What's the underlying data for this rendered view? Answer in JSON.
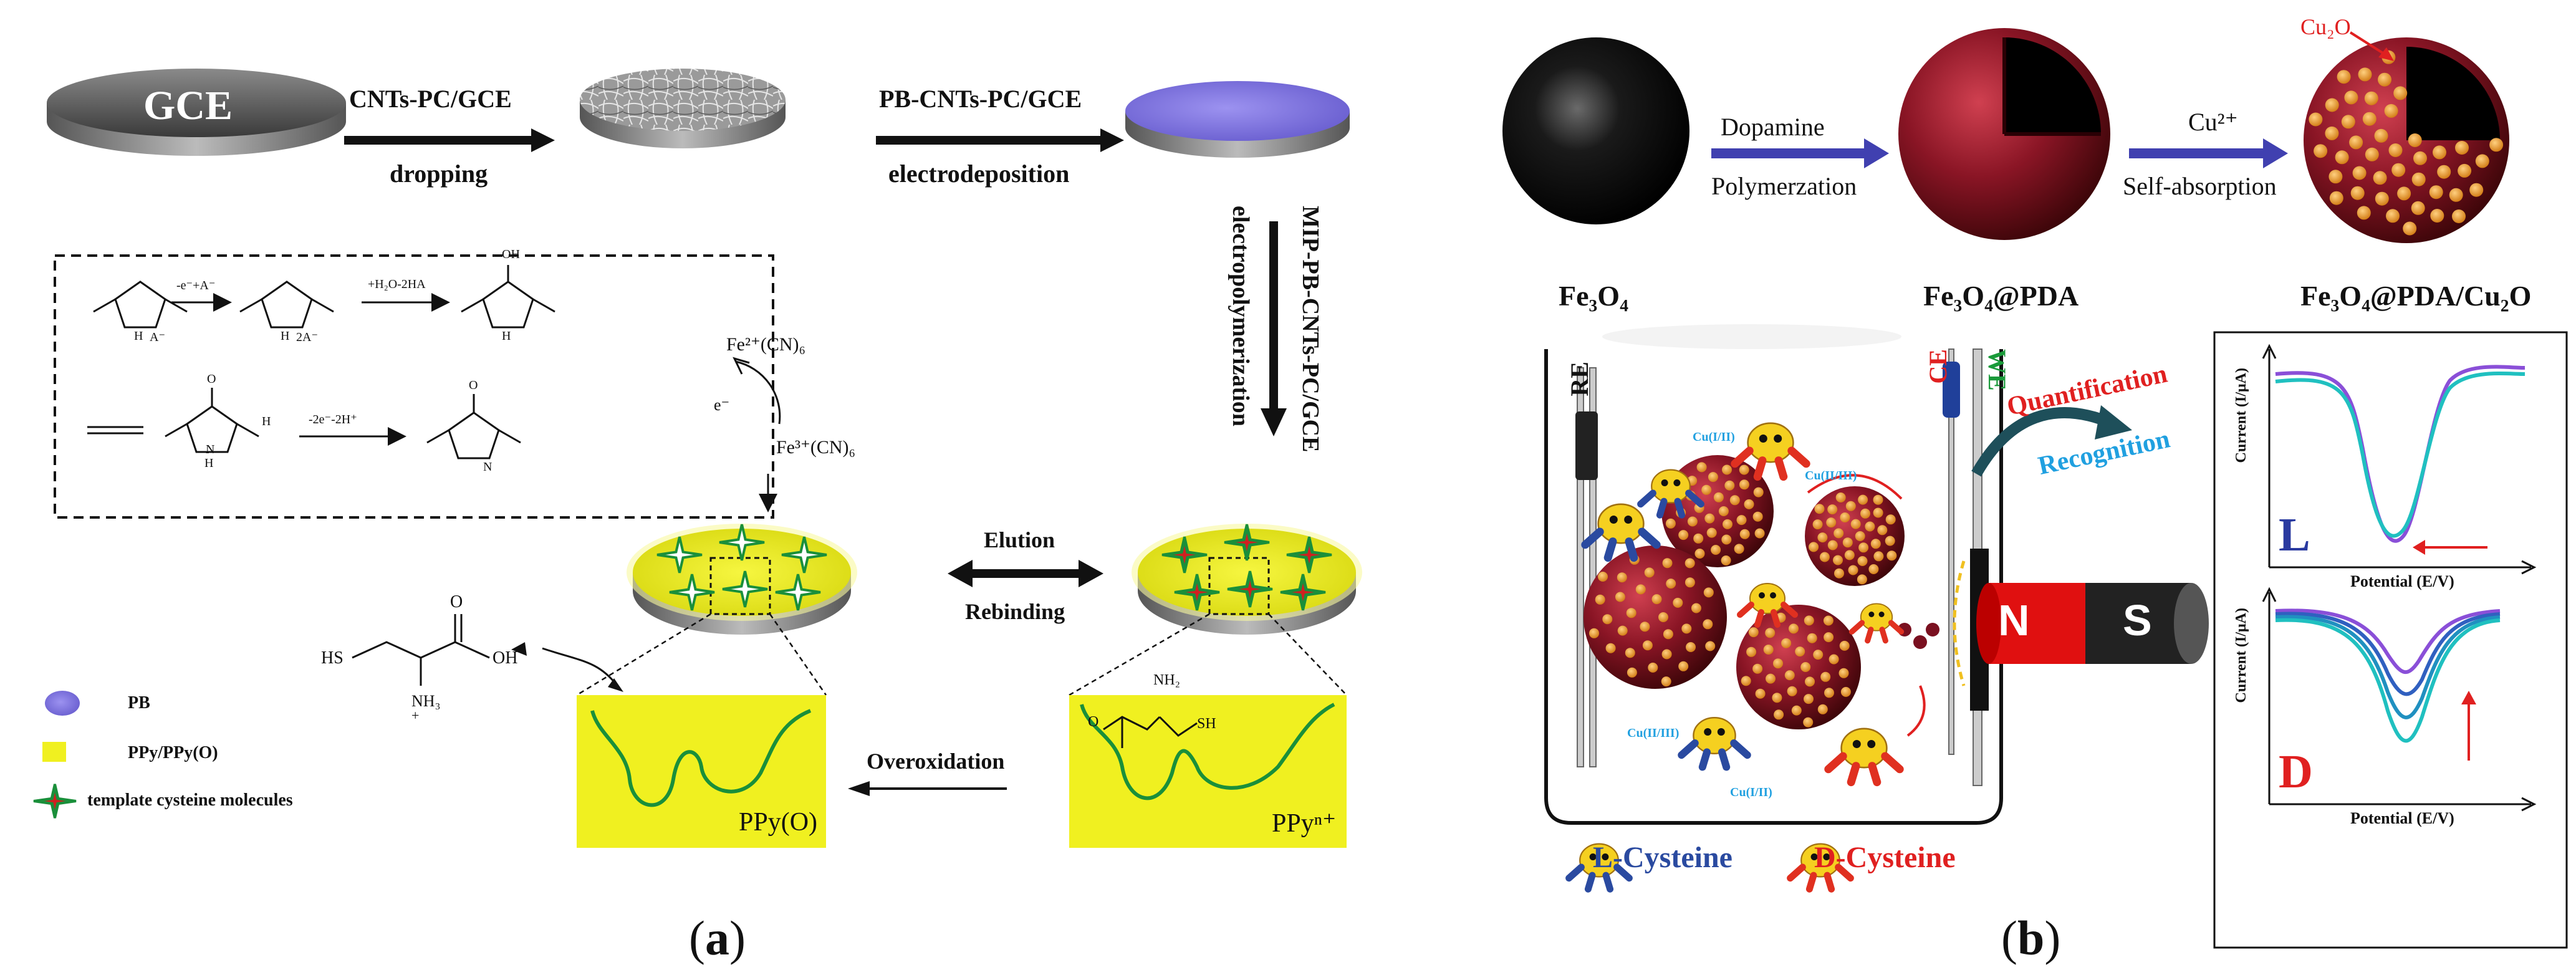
{
  "panel_a": {
    "caption_left": "(",
    "caption_letter": "a",
    "caption_right": ")",
    "gce_label": "GCE",
    "step1_top": "CNTs-PC/GCE",
    "step1_bottom": "dropping",
    "step2_top": "PB-CNTs-PC/GCE",
    "step2_bottom": "electrodeposition",
    "step3_vertical_1": "MIP-PB-CNTs-PC/GCE",
    "step3_vertical_2": "electropolymerization",
    "elution": "Elution",
    "rebinding": "Rebinding",
    "overoxidation": "Overoxidation",
    "fe2": "Fe²⁺(CN)₆",
    "fe3": "Fe³⁺(CN)₆",
    "electron": "e⁻",
    "ppy_o": "PPy(O)",
    "ppy_n": "PPyⁿ⁺",
    "rxn_1": "-e⁻+A⁻",
    "rxn_2": "+H₂O-2HA",
    "rxn_3": "-2e⁻-2H⁺",
    "mol_A": "A⁻",
    "mol_2A": "2A⁻",
    "mol_H": "H",
    "mol_OH": "OH",
    "mol_O": "O",
    "mol_N": "N",
    "cys_HS": "HS",
    "cys_OH": "OH",
    "cys_O": "O",
    "cys_NH3": "NH₃",
    "cys_plus": "+",
    "ppy_NH2": "NH₂",
    "ppy_SH": "SH",
    "ppy_O": "O",
    "legend": [
      {
        "label": "PB"
      },
      {
        "label": "PPy/PPy(O)"
      },
      {
        "label": "template cysteine molecules"
      }
    ],
    "colors": {
      "pb": "#8a7fe6",
      "ppy": "#f0f020",
      "template": "#d02020",
      "star_green": "#1a8f3a"
    }
  },
  "panel_b": {
    "caption_left": "(",
    "caption_letter": "b",
    "caption_right": ")",
    "step1_top": "Dopamine",
    "step1_bottom": "Polymerzation",
    "step2_top": "Cu²⁺",
    "step2_bottom": "Self-absorption",
    "cu2o_label": "Cu₂O",
    "fe3o4": "Fe₃O₄",
    "fe3o4_pda": "Fe₃O₄@PDA",
    "fe3o4_pda_cu": "Fe₃O₄@PDA/Cu₂O",
    "re": "RE",
    "ce": "CE",
    "we": "WE",
    "quantification": "Quantification",
    "recognition": "Recognition",
    "magnet_n": "N",
    "magnet_s": "S",
    "cu_labels": [
      "Cu(I/II)",
      "Cu(II/III)",
      "Cu(II/III)",
      "Cu(I/II)"
    ],
    "legend_l": "L-Cysteine",
    "legend_d": "D-Cysteine",
    "plot_ylabel": "Current (I/μA)",
    "plot_xlabel": "Potential (E/V)",
    "plot_top_letter": "L",
    "plot_bottom_letter": "D",
    "colors": {
      "sphere_dark": "#7a1020",
      "dots": "#f0a030",
      "arrow_blue": "#4040b0",
      "quant_red": "#e02020",
      "recog_blue": "#20a0e0"
    }
  }
}
